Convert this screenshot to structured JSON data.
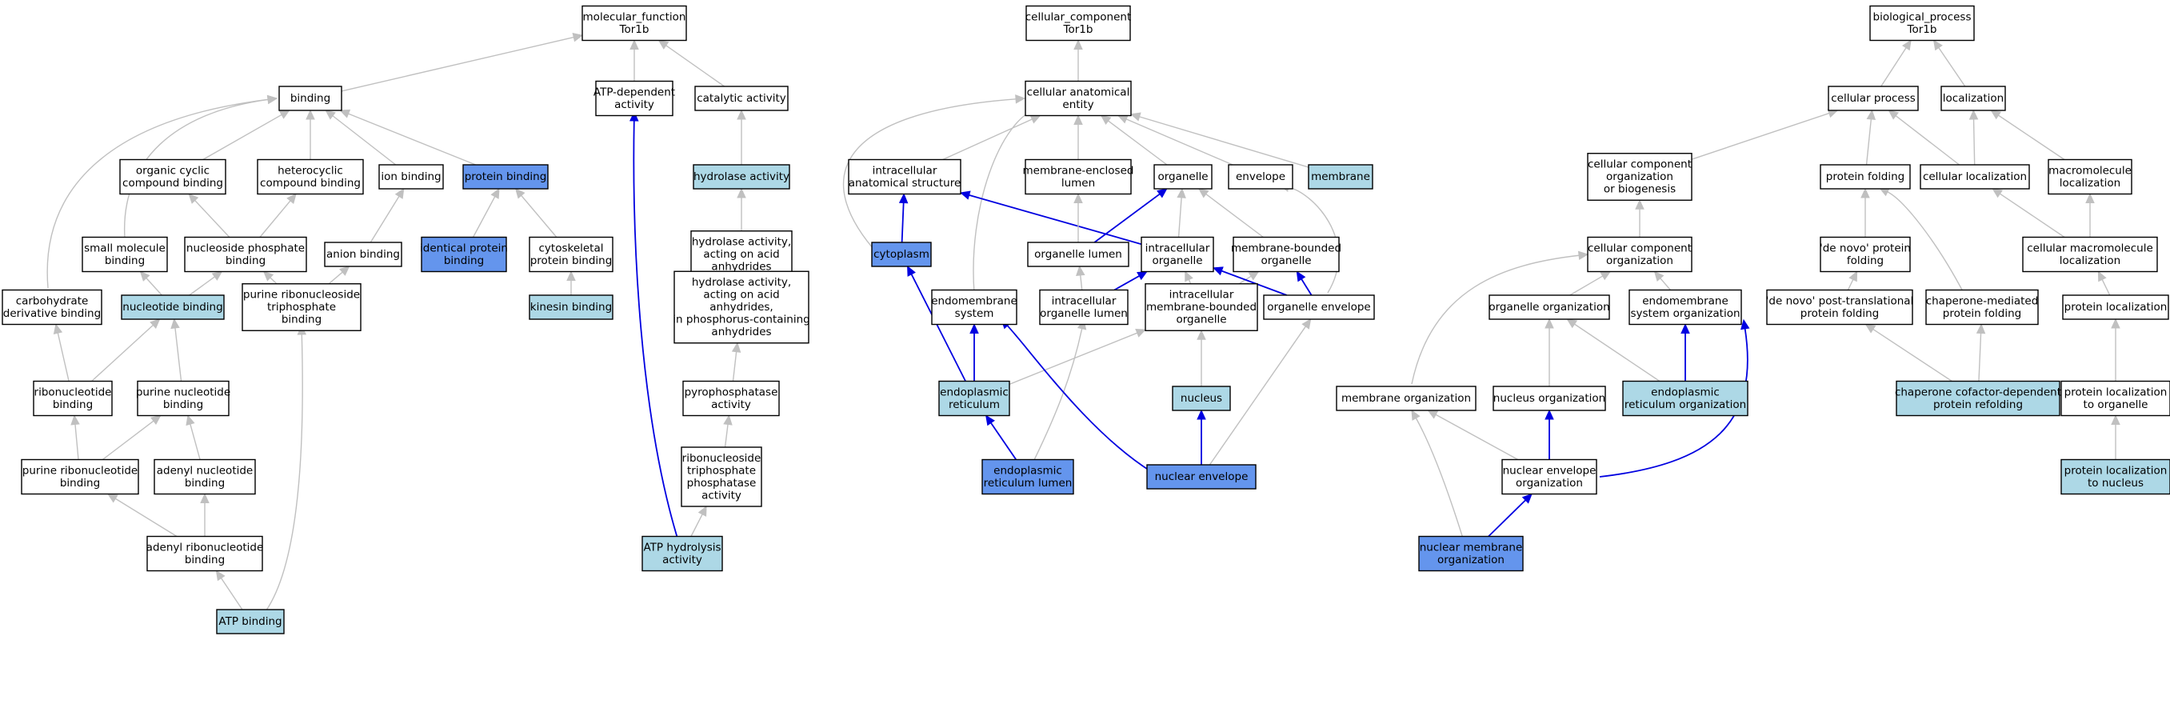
{
  "colors": {
    "plain": "#ffffff",
    "light": "#add8e6",
    "strong": "#6495ed",
    "edge_grey": "#c0c0c0",
    "edge_blue": "#0000e0"
  },
  "nodes": {
    "mf_root": {
      "lines": [
        "molecular_function",
        "Tor1b"
      ],
      "style": "plain"
    },
    "binding": {
      "lines": [
        "binding"
      ],
      "style": "plain"
    },
    "atp_dep": {
      "lines": [
        "ATP-dependent",
        "activity"
      ],
      "style": "plain"
    },
    "catalytic": {
      "lines": [
        "catalytic activity"
      ],
      "style": "plain"
    },
    "org_cyclic": {
      "lines": [
        "organic cyclic",
        "compound binding"
      ],
      "style": "plain"
    },
    "hetero": {
      "lines": [
        "heterocyclic",
        "compound binding"
      ],
      "style": "plain"
    },
    "ion_binding": {
      "lines": [
        "ion binding"
      ],
      "style": "plain"
    },
    "protein_binding": {
      "lines": [
        "protein binding"
      ],
      "style": "strong"
    },
    "hydrolase": {
      "lines": [
        "hydrolase activity"
      ],
      "style": "light"
    },
    "small_mol": {
      "lines": [
        "small molecule",
        "binding"
      ],
      "style": "plain"
    },
    "nuc_phos": {
      "lines": [
        "nucleoside phosphate",
        "binding"
      ],
      "style": "plain"
    },
    "anion": {
      "lines": [
        "anion binding"
      ],
      "style": "plain"
    },
    "identical": {
      "lines": [
        "identical protein",
        "binding"
      ],
      "style": "strong"
    },
    "cytoskeletal": {
      "lines": [
        "cytoskeletal",
        "protein binding"
      ],
      "style": "plain"
    },
    "hyd_acid": {
      "lines": [
        "hydrolase activity,",
        "acting on acid",
        "anhydrides"
      ],
      "style": "plain"
    },
    "carb": {
      "lines": [
        "carbohydrate",
        "derivative binding"
      ],
      "style": "plain"
    },
    "nucleotide": {
      "lines": [
        "nucleotide binding"
      ],
      "style": "light"
    },
    "prntp": {
      "lines": [
        "purine ribonucleoside",
        "triphosphate",
        "binding"
      ],
      "style": "plain"
    },
    "kinesin": {
      "lines": [
        "kinesin binding"
      ],
      "style": "light"
    },
    "hyd_phos": {
      "lines": [
        "hydrolase activity,",
        "acting on acid",
        "anhydrides,",
        "in phosphorus-containing",
        "anhydrides"
      ],
      "style": "plain"
    },
    "ribonuc": {
      "lines": [
        "ribonucleotide",
        "binding"
      ],
      "style": "plain"
    },
    "purine_nuc": {
      "lines": [
        "purine nucleotide",
        "binding"
      ],
      "style": "plain"
    },
    "pyro": {
      "lines": [
        "pyrophosphatase",
        "activity"
      ],
      "style": "plain"
    },
    "purine_ribo": {
      "lines": [
        "purine ribonucleotide",
        "binding"
      ],
      "style": "plain"
    },
    "adenyl_nuc": {
      "lines": [
        "adenyl nucleotide",
        "binding"
      ],
      "style": "plain"
    },
    "rntp": {
      "lines": [
        "ribonucleoside",
        "triphosphate",
        "phosphatase",
        "activity"
      ],
      "style": "plain"
    },
    "adenyl_ribo": {
      "lines": [
        "adenyl ribonucleotide",
        "binding"
      ],
      "style": "plain"
    },
    "atp_hydro": {
      "lines": [
        "ATP hydrolysis",
        "activity"
      ],
      "style": "light"
    },
    "atp_binding": {
      "lines": [
        "ATP binding"
      ],
      "style": "light"
    },
    "cc_root": {
      "lines": [
        "cellular_component",
        "Tor1b"
      ],
      "style": "plain"
    },
    "cae": {
      "lines": [
        "cellular anatomical",
        "entity"
      ],
      "style": "plain"
    },
    "ias": {
      "lines": [
        "intracellular",
        "anatomical structure"
      ],
      "style": "plain"
    },
    "mel": {
      "lines": [
        "membrane-enclosed",
        "lumen"
      ],
      "style": "plain"
    },
    "organelle": {
      "lines": [
        "organelle"
      ],
      "style": "plain"
    },
    "envelope": {
      "lines": [
        "envelope"
      ],
      "style": "plain"
    },
    "membrane": {
      "lines": [
        "membrane"
      ],
      "style": "light"
    },
    "cytoplasm": {
      "lines": [
        "cytoplasm"
      ],
      "style": "strong"
    },
    "org_lumen": {
      "lines": [
        "organelle lumen"
      ],
      "style": "plain"
    },
    "intra_org": {
      "lines": [
        "intracellular",
        "organelle"
      ],
      "style": "plain"
    },
    "mbo": {
      "lines": [
        "membrane-bounded",
        "organelle"
      ],
      "style": "plain"
    },
    "endomem": {
      "lines": [
        "endomembrane",
        "system"
      ],
      "style": "plain"
    },
    "iol": {
      "lines": [
        "intracellular",
        "organelle lumen"
      ],
      "style": "plain"
    },
    "imbo": {
      "lines": [
        "intracellular",
        "membrane-bounded",
        "organelle"
      ],
      "style": "plain"
    },
    "org_env": {
      "lines": [
        "organelle envelope"
      ],
      "style": "plain"
    },
    "er": {
      "lines": [
        "endoplasmic",
        "reticulum"
      ],
      "style": "light"
    },
    "nucleus": {
      "lines": [
        "nucleus"
      ],
      "style": "light"
    },
    "er_lumen": {
      "lines": [
        "endoplasmic",
        "reticulum lumen"
      ],
      "style": "strong"
    },
    "nuc_env": {
      "lines": [
        "nuclear envelope"
      ],
      "style": "strong"
    },
    "bp_root": {
      "lines": [
        "biological_process",
        "Tor1b"
      ],
      "style": "plain"
    },
    "cell_proc": {
      "lines": [
        "cellular process"
      ],
      "style": "plain"
    },
    "localization": {
      "lines": [
        "localization"
      ],
      "style": "plain"
    },
    "ccob": {
      "lines": [
        "cellular component",
        "organization",
        "or biogenesis"
      ],
      "style": "plain"
    },
    "prot_fold": {
      "lines": [
        "protein folding"
      ],
      "style": "plain"
    },
    "cell_loc": {
      "lines": [
        "cellular localization"
      ],
      "style": "plain"
    },
    "macro_loc": {
      "lines": [
        "macromolecule",
        "localization"
      ],
      "style": "plain"
    },
    "cco": {
      "lines": [
        "cellular component",
        "organization"
      ],
      "style": "plain"
    },
    "denovo_fold": {
      "lines": [
        "'de novo' protein",
        "folding"
      ],
      "style": "plain"
    },
    "cml": {
      "lines": [
        "cellular macromolecule",
        "localization"
      ],
      "style": "plain"
    },
    "org_org": {
      "lines": [
        "organelle organization"
      ],
      "style": "plain"
    },
    "endo_org": {
      "lines": [
        "endomembrane",
        "system organization"
      ],
      "style": "plain"
    },
    "denovo_ptf": {
      "lines": [
        "'de novo' post-translational",
        "protein folding"
      ],
      "style": "plain"
    },
    "chap_fold": {
      "lines": [
        "chaperone-mediated",
        "protein folding"
      ],
      "style": "plain"
    },
    "prot_loc": {
      "lines": [
        "protein localization"
      ],
      "style": "plain"
    },
    "mem_org": {
      "lines": [
        "membrane organization"
      ],
      "style": "plain"
    },
    "nuc_org": {
      "lines": [
        "nucleus organization"
      ],
      "style": "plain"
    },
    "er_org": {
      "lines": [
        "endoplasmic",
        "reticulum organization"
      ],
      "style": "light"
    },
    "chap_cof": {
      "lines": [
        "chaperone cofactor-dependent",
        "protein refolding"
      ],
      "style": "light"
    },
    "prot_loc_org": {
      "lines": [
        "protein localization",
        "to organelle"
      ],
      "style": "plain"
    },
    "nuc_env_org": {
      "lines": [
        "nuclear envelope",
        "organization"
      ],
      "style": "plain"
    },
    "prot_loc_nuc": {
      "lines": [
        "protein localization",
        "to nucleus"
      ],
      "style": "light"
    },
    "nuc_mem_org": {
      "lines": [
        "nuclear membrane",
        "organization"
      ],
      "style": "strong"
    }
  },
  "edges": [
    {
      "from": "binding",
      "to": "mf_root",
      "style": "grey"
    },
    {
      "from": "atp_dep",
      "to": "mf_root",
      "style": "grey"
    },
    {
      "from": "catalytic",
      "to": "mf_root",
      "style": "grey"
    },
    {
      "from": "org_cyclic",
      "to": "binding",
      "style": "grey"
    },
    {
      "from": "hetero",
      "to": "binding",
      "style": "grey"
    },
    {
      "from": "ion_binding",
      "to": "binding",
      "style": "grey"
    },
    {
      "from": "protein_binding",
      "to": "binding",
      "style": "grey"
    },
    {
      "from": "small_mol",
      "to": "binding",
      "style": "grey"
    },
    {
      "from": "carb",
      "to": "binding",
      "style": "grey"
    },
    {
      "from": "hydrolase",
      "to": "catalytic",
      "style": "grey"
    },
    {
      "from": "nuc_phos",
      "to": "org_cyclic",
      "style": "grey"
    },
    {
      "from": "nuc_phos",
      "to": "hetero",
      "style": "grey"
    },
    {
      "from": "anion",
      "to": "ion_binding",
      "style": "grey"
    },
    {
      "from": "identical",
      "to": "protein_binding",
      "style": "grey"
    },
    {
      "from": "cytoskeletal",
      "to": "protein_binding",
      "style": "grey"
    },
    {
      "from": "hyd_acid",
      "to": "hydrolase",
      "style": "grey"
    },
    {
      "from": "nucleotide",
      "to": "small_mol",
      "style": "grey"
    },
    {
      "from": "nucleotide",
      "to": "nuc_phos",
      "style": "grey"
    },
    {
      "from": "prntp",
      "to": "nuc_phos",
      "style": "grey"
    },
    {
      "from": "prntp",
      "to": "anion",
      "style": "grey"
    },
    {
      "from": "kinesin",
      "to": "cytoskeletal",
      "style": "grey"
    },
    {
      "from": "hyd_phos",
      "to": "hyd_acid",
      "style": "grey"
    },
    {
      "from": "ribonuc",
      "to": "carb",
      "style": "grey"
    },
    {
      "from": "ribonuc",
      "to": "nucleotide",
      "style": "grey"
    },
    {
      "from": "purine_nuc",
      "to": "nucleotide",
      "style": "grey"
    },
    {
      "from": "pyro",
      "to": "hyd_phos",
      "style": "grey"
    },
    {
      "from": "purine_ribo",
      "to": "ribonuc",
      "style": "grey"
    },
    {
      "from": "purine_ribo",
      "to": "purine_nuc",
      "style": "grey"
    },
    {
      "from": "adenyl_nuc",
      "to": "purine_nuc",
      "style": "grey"
    },
    {
      "from": "rntp",
      "to": "pyro",
      "style": "grey"
    },
    {
      "from": "adenyl_ribo",
      "to": "purine_ribo",
      "style": "grey"
    },
    {
      "from": "adenyl_ribo",
      "to": "adenyl_nuc",
      "style": "grey"
    },
    {
      "from": "atp_hydro",
      "to": "rntp",
      "style": "grey"
    },
    {
      "from": "atp_hydro",
      "to": "atp_dep",
      "style": "blue"
    },
    {
      "from": "atp_binding",
      "to": "adenyl_ribo",
      "style": "grey"
    },
    {
      "from": "atp_binding",
      "to": "prntp",
      "style": "grey"
    },
    {
      "from": "cae",
      "to": "cc_root",
      "style": "grey"
    },
    {
      "from": "ias",
      "to": "cae",
      "style": "grey"
    },
    {
      "from": "mel",
      "to": "cae",
      "style": "grey"
    },
    {
      "from": "organelle",
      "to": "cae",
      "style": "grey"
    },
    {
      "from": "envelope",
      "to": "cae",
      "style": "grey"
    },
    {
      "from": "membrane",
      "to": "cae",
      "style": "grey"
    },
    {
      "from": "cytoplasm",
      "to": "cae",
      "style": "grey"
    },
    {
      "from": "endomem",
      "to": "cae",
      "style": "grey"
    },
    {
      "from": "cytoplasm",
      "to": "ias",
      "style": "blue"
    },
    {
      "from": "intra_org",
      "to": "ias",
      "style": "blue"
    },
    {
      "from": "org_lumen",
      "to": "mel",
      "style": "grey"
    },
    {
      "from": "intra_org",
      "to": "organelle",
      "style": "grey"
    },
    {
      "from": "mbo",
      "to": "organelle",
      "style": "grey"
    },
    {
      "from": "org_lumen",
      "to": "organelle",
      "style": "blue"
    },
    {
      "from": "iol",
      "to": "org_lumen",
      "style": "grey"
    },
    {
      "from": "imbo",
      "to": "intra_org",
      "style": "grey"
    },
    {
      "from": "iol",
      "to": "intra_org",
      "style": "blue"
    },
    {
      "from": "imbo",
      "to": "mbo",
      "style": "grey"
    },
    {
      "from": "org_env",
      "to": "mbo",
      "style": "blue"
    },
    {
      "from": "org_env",
      "to": "intra_org",
      "style": "blue"
    },
    {
      "from": "org_env",
      "to": "envelope",
      "style": "grey"
    },
    {
      "from": "er",
      "to": "endomem",
      "style": "blue"
    },
    {
      "from": "er",
      "to": "cytoplasm",
      "style": "blue"
    },
    {
      "from": "er",
      "to": "imbo",
      "style": "grey"
    },
    {
      "from": "nucleus",
      "to": "imbo",
      "style": "grey"
    },
    {
      "from": "er_lumen",
      "to": "er",
      "style": "blue"
    },
    {
      "from": "er_lumen",
      "to": "iol",
      "style": "grey"
    },
    {
      "from": "nuc_env",
      "to": "nucleus",
      "style": "blue"
    },
    {
      "from": "nuc_env",
      "to": "endomem",
      "style": "blue"
    },
    {
      "from": "nuc_env",
      "to": "org_env",
      "style": "grey"
    },
    {
      "from": "cell_proc",
      "to": "bp_root",
      "style": "grey"
    },
    {
      "from": "localization",
      "to": "bp_root",
      "style": "grey"
    },
    {
      "from": "ccob",
      "to": "cell_proc",
      "style": "grey"
    },
    {
      "from": "prot_fold",
      "to": "cell_proc",
      "style": "grey"
    },
    {
      "from": "cell_loc",
      "to": "cell_proc",
      "style": "grey"
    },
    {
      "from": "cell_loc",
      "to": "localization",
      "style": "grey"
    },
    {
      "from": "macro_loc",
      "to": "localization",
      "style": "grey"
    },
    {
      "from": "cco",
      "to": "ccob",
      "style": "grey"
    },
    {
      "from": "denovo_fold",
      "to": "prot_fold",
      "style": "grey"
    },
    {
      "from": "chap_fold",
      "to": "prot_fold",
      "style": "grey"
    },
    {
      "from": "cml",
      "to": "cell_loc",
      "style": "grey"
    },
    {
      "from": "cml",
      "to": "macro_loc",
      "style": "grey"
    },
    {
      "from": "org_org",
      "to": "cco",
      "style": "grey"
    },
    {
      "from": "endo_org",
      "to": "cco",
      "style": "grey"
    },
    {
      "from": "mem_org",
      "to": "cco",
      "style": "grey"
    },
    {
      "from": "denovo_ptf",
      "to": "denovo_fold",
      "style": "grey"
    },
    {
      "from": "prot_loc",
      "to": "cml",
      "style": "grey"
    },
    {
      "from": "nuc_org",
      "to": "org_org",
      "style": "grey"
    },
    {
      "from": "er_org",
      "to": "org_org",
      "style": "grey"
    },
    {
      "from": "er_org",
      "to": "endo_org",
      "style": "blue"
    },
    {
      "from": "chap_cof",
      "to": "denovo_ptf",
      "style": "grey"
    },
    {
      "from": "chap_cof",
      "to": "chap_fold",
      "style": "grey"
    },
    {
      "from": "prot_loc_org",
      "to": "prot_loc",
      "style": "grey"
    },
    {
      "from": "nuc_env_org",
      "to": "nuc_org",
      "style": "blue"
    },
    {
      "from": "nuc_env_org",
      "to": "mem_org",
      "style": "grey"
    },
    {
      "from": "nuc_env_org",
      "to": "endo_org",
      "style": "blue"
    },
    {
      "from": "prot_loc_nuc",
      "to": "prot_loc_org",
      "style": "grey"
    },
    {
      "from": "nuc_mem_org",
      "to": "nuc_env_org",
      "style": "blue"
    },
    {
      "from": "nuc_mem_org",
      "to": "mem_org",
      "style": "grey"
    }
  ]
}
